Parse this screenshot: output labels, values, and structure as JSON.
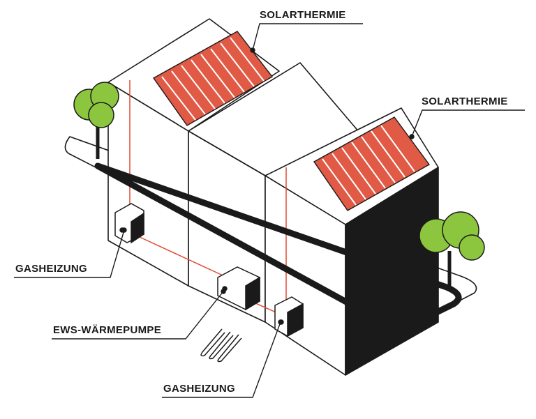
{
  "labels": {
    "solar_top": "SOLARTHERMIE",
    "solar_right": "SOLARTHERMIE",
    "gas_left": "GASHEIZUNG",
    "heatpump": "EWS-WÄRMEPUMPE",
    "gas_bottom": "GASHEIZUNG"
  },
  "colors": {
    "outline": "#1a1a1a",
    "panel": "#e05a45",
    "pipe": "#e24a35",
    "tree": "#8cc63f",
    "dark_wall": "#1a1a1a"
  },
  "icons": {
    "tree": "tree-icon",
    "building": "building-icon",
    "solar_panel": "solar-panel-icon",
    "heater": "gas-heater-icon",
    "heatpump": "heat-pump-icon"
  }
}
